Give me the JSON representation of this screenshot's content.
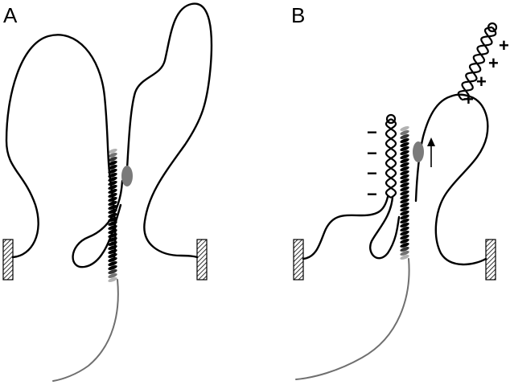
{
  "panels": [
    {
      "id": "A",
      "label": "A"
    },
    {
      "id": "B",
      "label": "B"
    }
  ],
  "signs": {
    "negative": [
      "−",
      "−",
      "−",
      "−"
    ],
    "positive": [
      "+",
      "+",
      "+",
      "+"
    ]
  },
  "colors": {
    "dna_strand": "#000000",
    "free_strand_tail": "#6f6f6f",
    "protein_blob": "#7a7a7a",
    "wall_hatch": "#000000",
    "background": "#ffffff"
  },
  "icons": {
    "anchor": "hatched-wall-anchor",
    "motor": "oval-motor-protein",
    "direction": "up-arrow"
  }
}
